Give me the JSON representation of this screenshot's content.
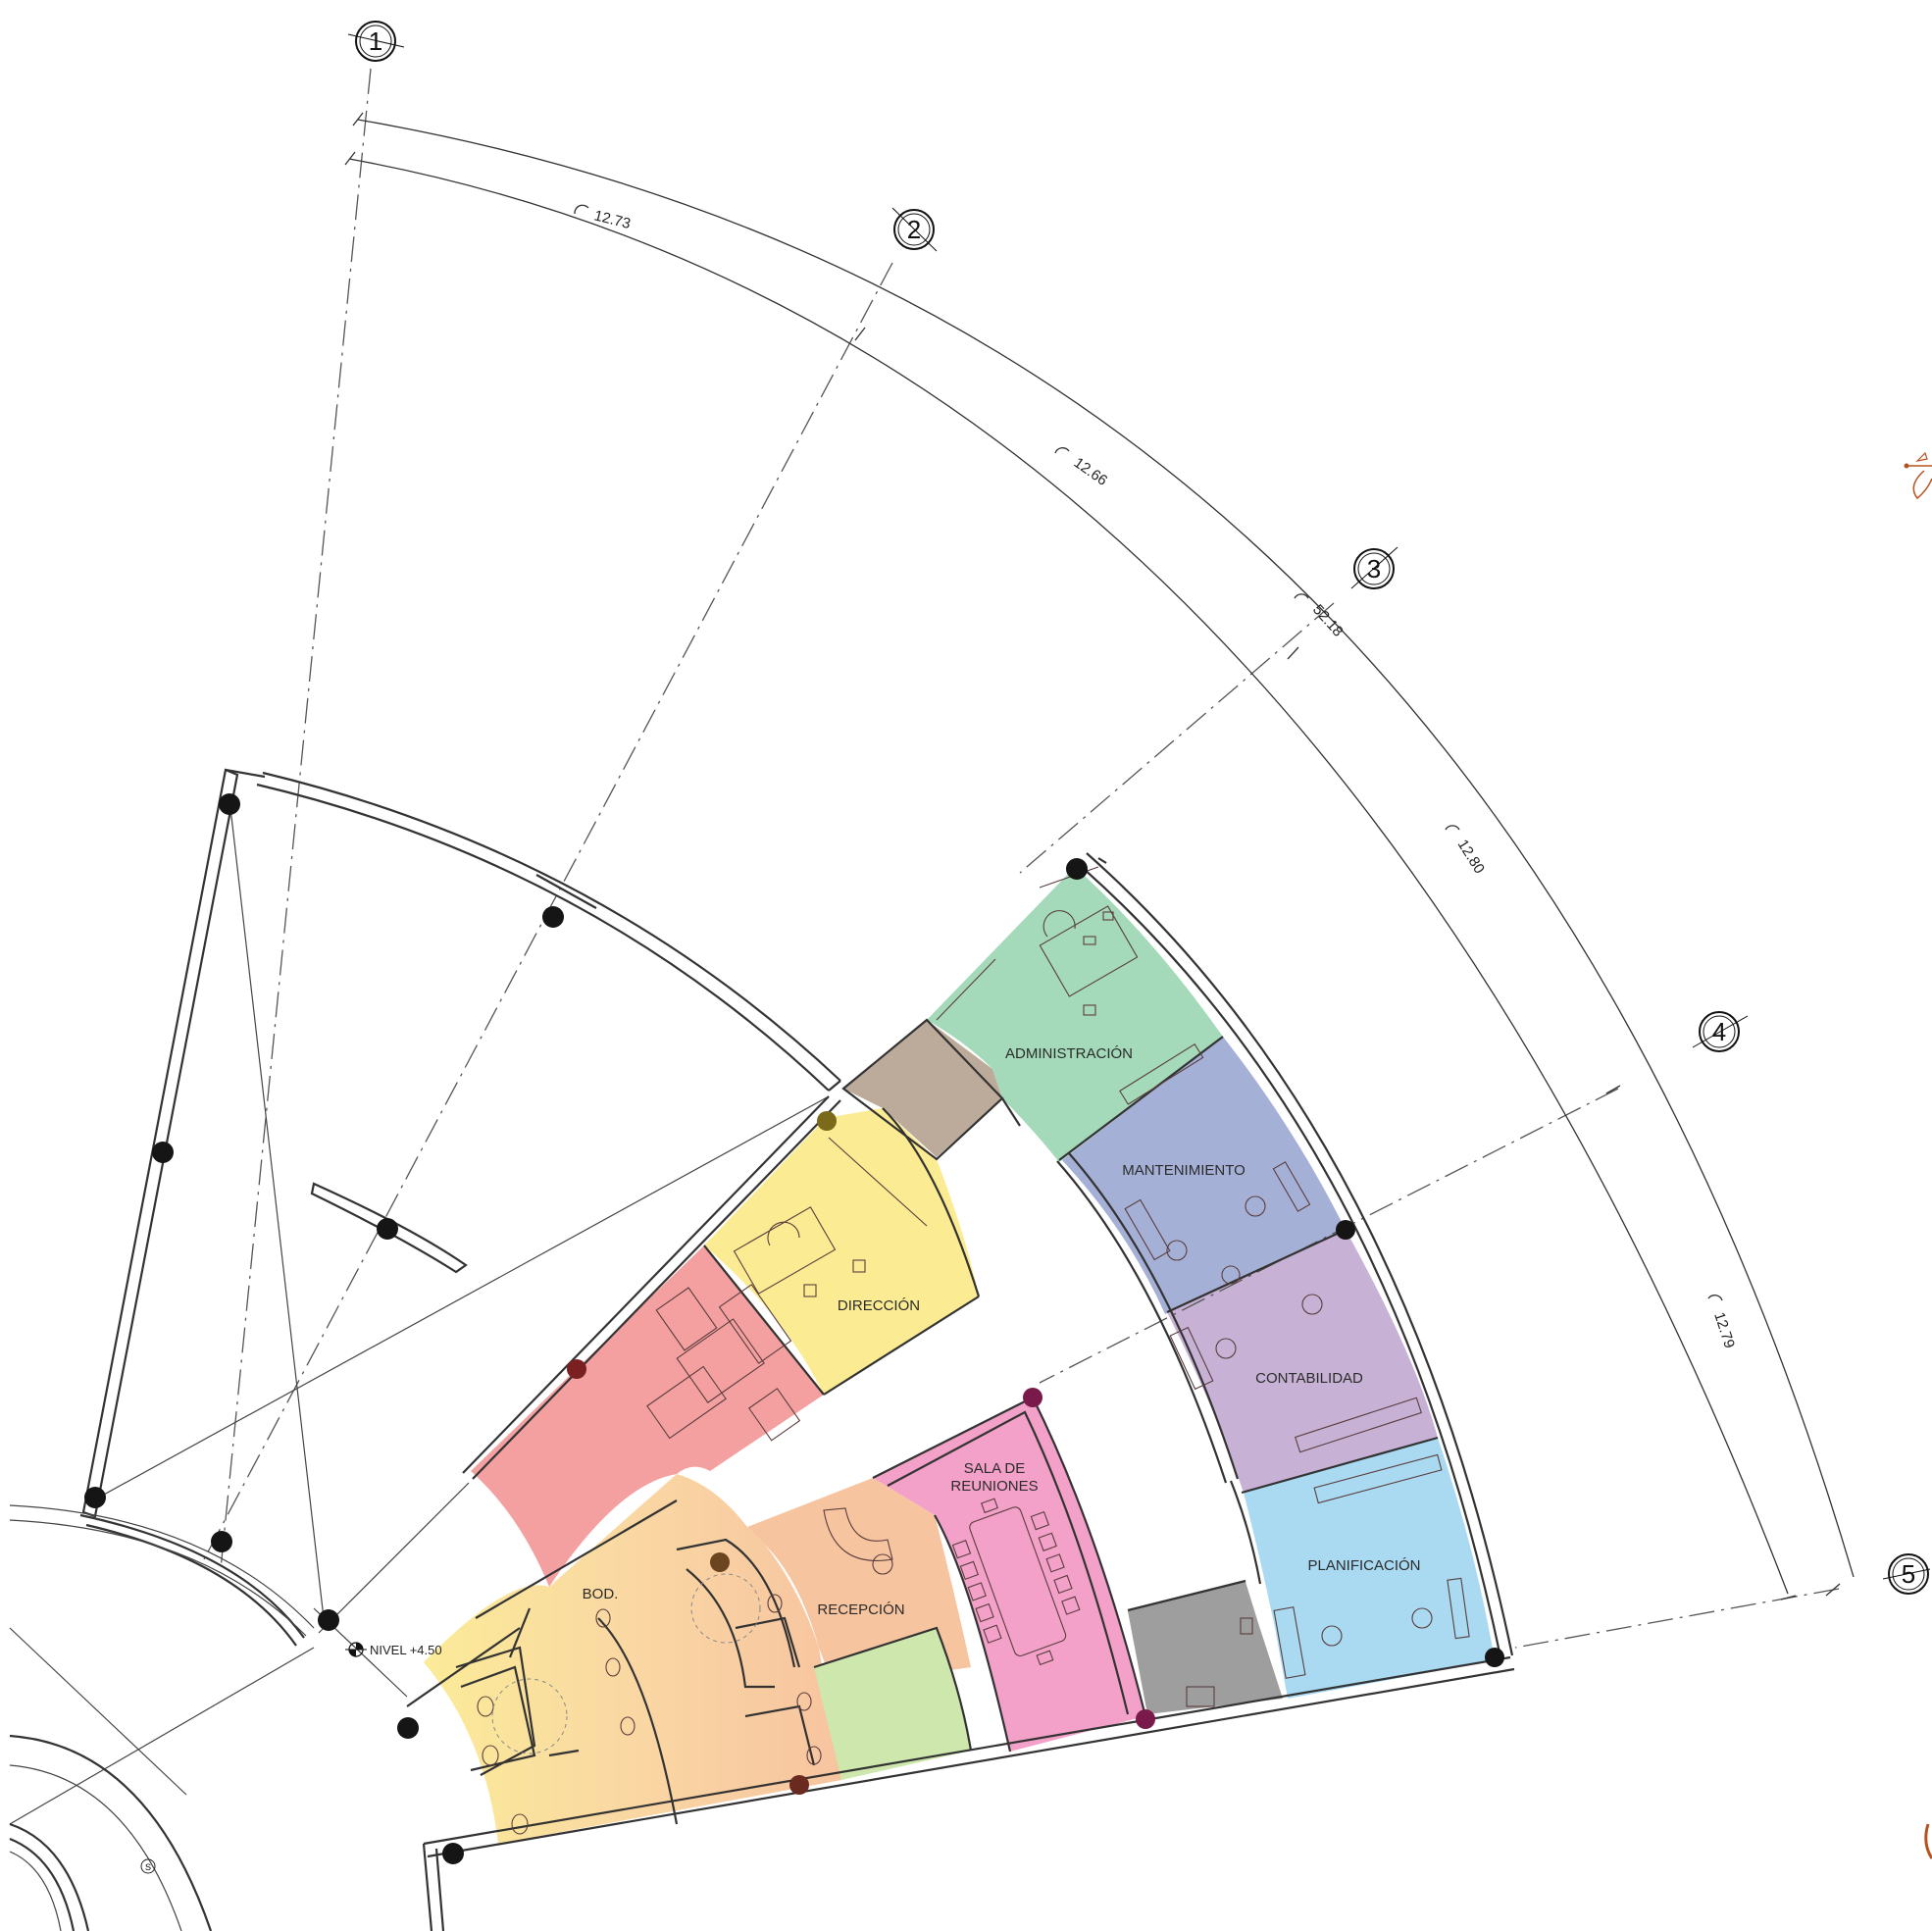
{
  "title": "",
  "axes": [
    {
      "id": "axis-1",
      "label": "1"
    },
    {
      "id": "axis-2",
      "label": "2"
    },
    {
      "id": "axis-3",
      "label": "3"
    },
    {
      "id": "axis-4",
      "label": "4"
    },
    {
      "id": "axis-5",
      "label": "5"
    }
  ],
  "dimensions": {
    "total_arc": "52.18",
    "span_1_2": "12.73",
    "span_2_3": "12.66",
    "span_3_4": "12.80",
    "span_4_5": "12.79"
  },
  "rooms": {
    "administracion": "ADMINISTRACIÓN",
    "mantenimiento": "MANTENIMIENTO",
    "contabilidad": "CONTABILIDAD",
    "planificacion": "PLANIFICACIÓN",
    "direccion": "DIRECCIÓN",
    "sala_reuniones_line1": "SALA DE",
    "sala_reuniones_line2": "REUNIONES",
    "recepcion": "RECEPCIÓN",
    "bodega": "BOD."
  },
  "level": "NIVEL +4.50",
  "stair_mark": "S",
  "colors": {
    "administracion": "#9fd8b6",
    "mantenimiento": "#a5b0d6",
    "contabilidad": "#c7b2d6",
    "planificacion": "#a9daf1",
    "direccion": "#fbeb93",
    "lounge": "#f5a0a0",
    "archive": "#bcab9a",
    "sala_reuniones": "#f3a1c9",
    "recepcion": "#f7c4a0",
    "banos": "#fad7a3",
    "bodega": "#fbeb98",
    "green_room": "#cde7ad",
    "grey_room": "#9e9e9e"
  }
}
